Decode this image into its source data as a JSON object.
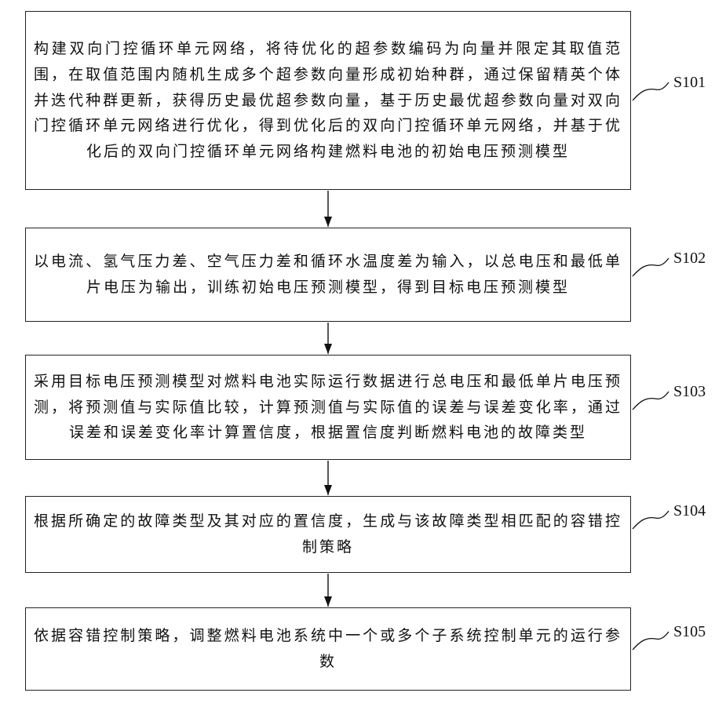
{
  "steps": [
    {
      "id": "S101",
      "text": "构建双向门控循环单元网络，将待优化的超参数编码为向量并限定其取值范围，在取值范围内随机生成多个超参数向量形成初始种群，通过保留精英个体并迭代种群更新，获得历史最优超参数向量，基于历史最优超参数向量对双向门控循环单元网络进行优化，得到优化后的双向门控循环单元网络，并基于优化后的双向门控循环单元网络构建燃料电池的初始电压预测模型"
    },
    {
      "id": "S102",
      "text": "以电流、氢气压力差、空气压力差和循环水温度差为输入，以总电压和最低单片电压为输出，训练初始电压预测模型，得到目标电压预测模型"
    },
    {
      "id": "S103",
      "text": "采用目标电压预测模型对燃料电池实际运行数据进行总电压和最低单片电压预测，将预测值与实际值比较，计算预测值与实际值的误差与误差变化率，通过误差和误差变化率计算置信度，根据置信度判断燃料电池的故障类型"
    },
    {
      "id": "S104",
      "text": "根据所确定的故障类型及其对应的置信度，生成与该故障类型相匹配的容错控制策略"
    },
    {
      "id": "S105",
      "text": "依据容错控制策略，调整燃料电池系统中一个或多个子系统控制单元的运行参数"
    }
  ]
}
